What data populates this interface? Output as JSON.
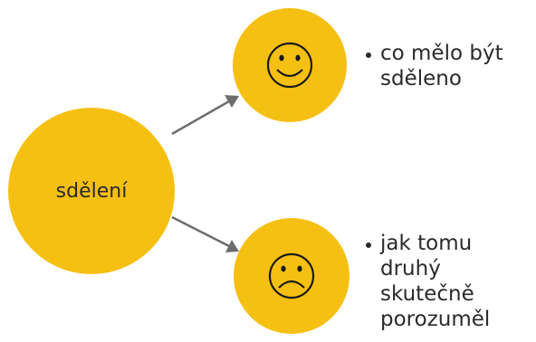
{
  "center": {
    "label": "sdělení"
  },
  "outcomes": [
    {
      "face": "smiley-face-icon",
      "lines": [
        "co mělo být",
        "sděleno"
      ]
    },
    {
      "face": "frowning-face-icon",
      "lines": [
        "jak tomu",
        "druhý",
        "skutečně",
        "porozuměl"
      ]
    }
  ],
  "colors": {
    "circle": "#f6c012",
    "arrow": "#6d6d6d",
    "text": "#2a2a2a"
  }
}
